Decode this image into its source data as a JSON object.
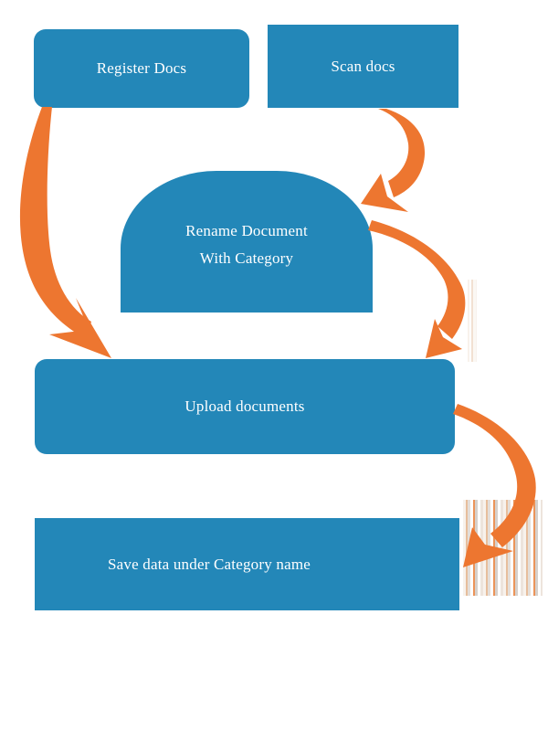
{
  "diagram": {
    "type": "flowchart",
    "background": "#ffffff"
  },
  "colors": {
    "node_fill": "#2387B8",
    "node_text": "#FFFFFF",
    "arrow": "#ED7630"
  },
  "nodes": {
    "register": {
      "label": "Register Docs"
    },
    "scan": {
      "label": "Scan docs"
    },
    "rename": {
      "line1": "Rename Document",
      "line2": "With Category"
    },
    "upload": {
      "label": "Upload documents"
    },
    "save": {
      "label": "Save data under Category name"
    }
  },
  "arrows": [
    {
      "name": "register-to-upload",
      "from": "Register Docs",
      "to": "Upload documents"
    },
    {
      "name": "scan-to-rename",
      "from": "Scan docs",
      "to": "Rename Document With Category"
    },
    {
      "name": "rename-to-upload",
      "from": "Rename Document With Category",
      "to": "Upload documents"
    },
    {
      "name": "upload-to-save",
      "from": "Upload documents",
      "to": "Save data under Category name"
    }
  ]
}
